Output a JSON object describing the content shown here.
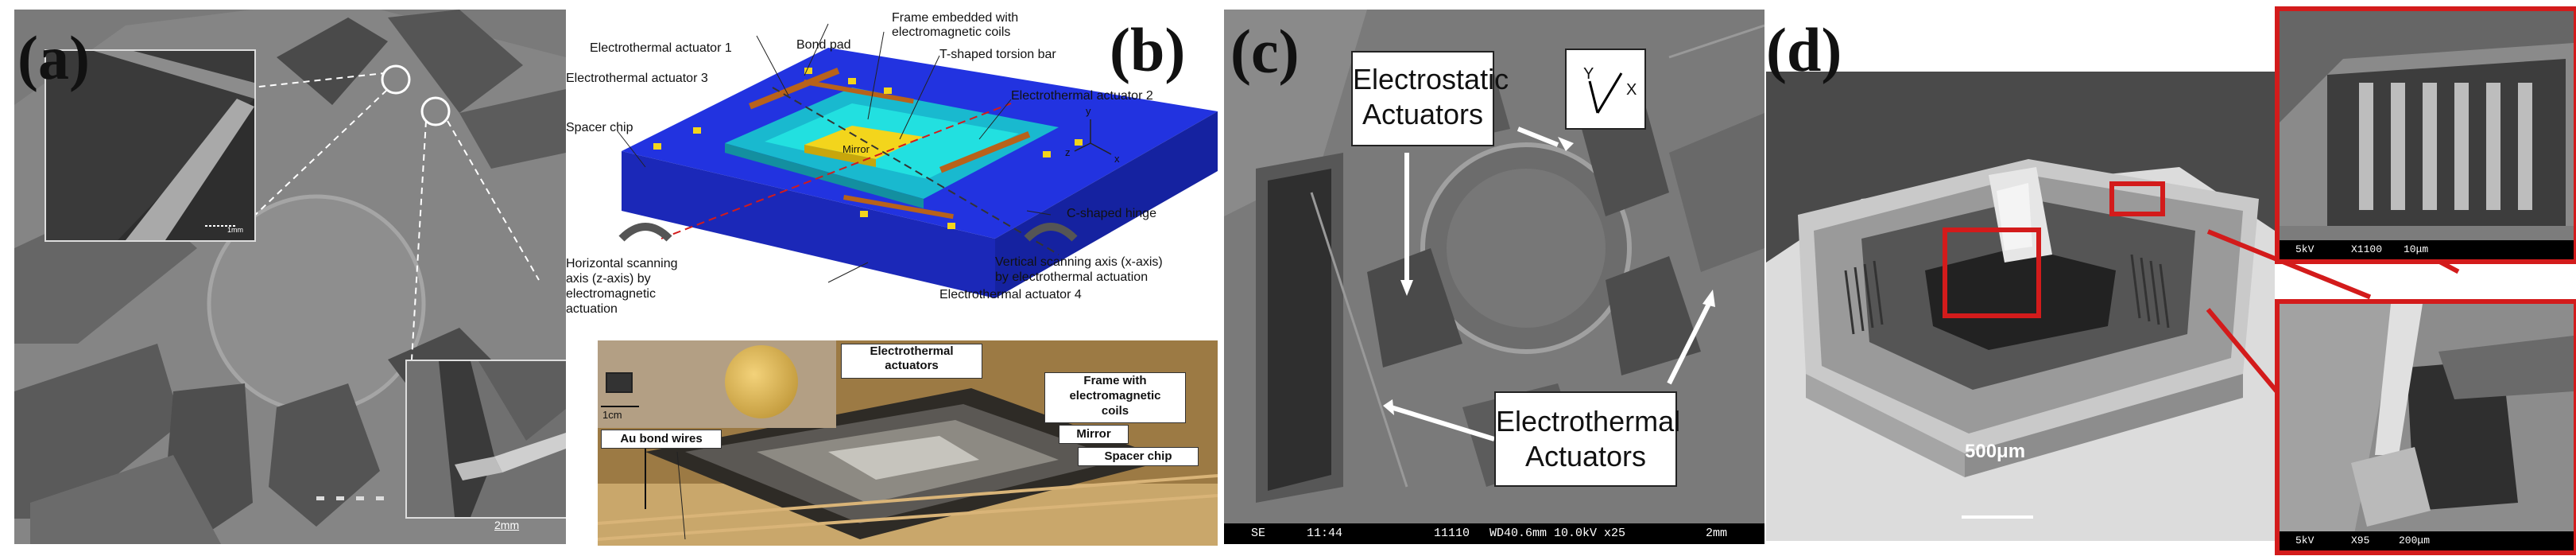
{
  "panels": {
    "a": {
      "label": "(a)",
      "scale_text": "2mm",
      "inset_scale_text": "1mm"
    },
    "b": {
      "label": "(b)",
      "diagram_labels": {
        "et1": "Electrothermal actuator 1",
        "bondpad": "Bond pad",
        "frame": "Frame embedded with\nelectromagnetic coils",
        "et3": "Electrothermal actuator 3",
        "torsion": "T-shaped torsion bar",
        "et2": "Electrothermal actuator 2",
        "spacer": "Spacer chip",
        "mirror": "Mirror",
        "chinge": "C-shaped hinge",
        "haxis": "Horizontal scanning\naxis (z-axis) by\nelectromagnetic\nactuation",
        "vaxis": "Vertical scanning axis (x-axis)\nby electrothermal actuation",
        "et4": "Electrothermal actuator 4",
        "ax_y": "y",
        "ax_z": "z",
        "ax_x": "x"
      },
      "photo_labels": {
        "scale": "1cm",
        "actuators": "Electrothermal\nactuators",
        "frame": "Frame with\nelectromagnetic\ncoils",
        "mirror": "Mirror",
        "bondwires": "Au bond wires",
        "spacer": "Spacer chip"
      }
    },
    "c": {
      "label": "(c)",
      "callout_top": "Electrostatic\nActuators",
      "callout_bottom": "Electrothermal\nActuators",
      "axis_y": "Y",
      "axis_x": "X",
      "sem_footer": {
        "se": "SE",
        "time": "11:44",
        "id": "11110",
        "params": "WD40.6mm 10.0kV x25",
        "scale": "2mm"
      }
    },
    "d": {
      "label": "(d)",
      "scale_text": "500μm",
      "inset_top": {
        "kv": "5kV",
        "mag": "X1100",
        "scale": "10μm"
      },
      "inset_bottom": {
        "kv": "5kV",
        "mag": "X95",
        "scale": "200μm"
      }
    }
  },
  "colors": {
    "accent_red": "#d31b1b",
    "diagram_blue": "#1f2fd6",
    "diagram_cyan": "#1fd8d8",
    "mirror_yellow": "#f2d21b",
    "callout_bg": "#ffffff"
  }
}
